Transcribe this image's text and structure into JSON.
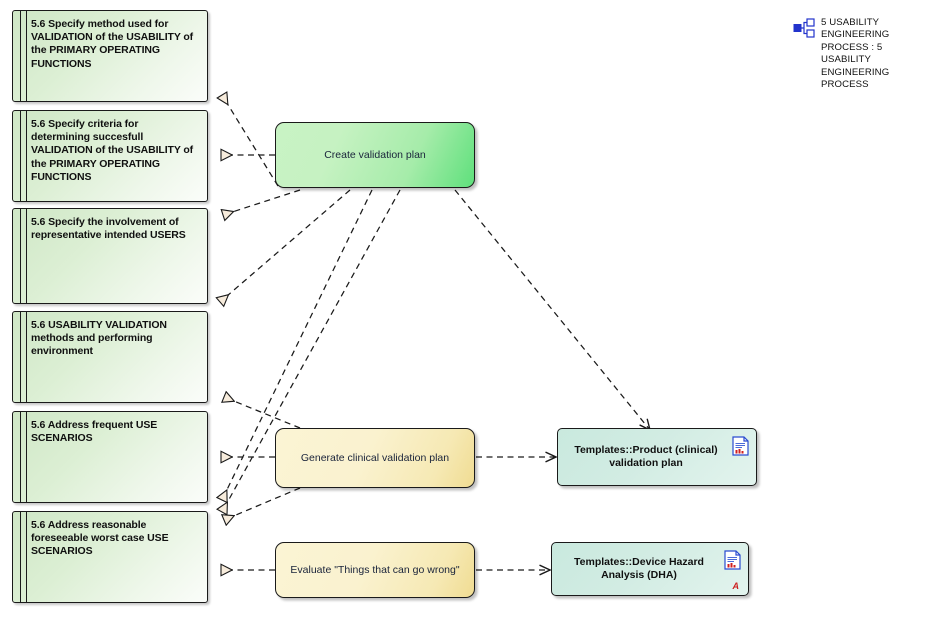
{
  "diagram": {
    "title": "5 Usability Engineering Process activity diagram",
    "colors": {
      "requirement_fill": "#dcefd4",
      "action_green": "#a6ecaa",
      "action_yellow": "#f6e9b4",
      "artifact_fill": "#d2ece3",
      "line": "#1a1a1a",
      "arrowhead_fill": "#f7ecdc",
      "legend_icon": "#2233cc",
      "red_marker": "#cc2020"
    }
  },
  "legend": {
    "icon": "diagram-tree-icon",
    "text": "5 USABILITY ENGINEERING PROCESS : 5 USABILITY ENGINEERING PROCESS"
  },
  "requirements": [
    {
      "id": "req-method",
      "label": "5.6 Specify method used for VALIDATION of the USABILITY of the PRIMARY OPERATING FUNCTIONS"
    },
    {
      "id": "req-criteria",
      "label": "5.6 Specify criteria for determining succesfull VALIDATION of the USABILITY of the PRIMARY OPERATING FUNCTIONS"
    },
    {
      "id": "req-involvement",
      "label": "5.6 Specify the involvement of representative intended USERS"
    },
    {
      "id": "req-methods-env",
      "label": "5.6 USABILITY VALIDATION methods and performing environment"
    },
    {
      "id": "req-frequent",
      "label": "5.6 Address frequent USE SCENARIOS"
    },
    {
      "id": "req-worstcase",
      "label": "5.6 Address reasonable foreseeable worst case USE SCENARIOS"
    }
  ],
  "actions": [
    {
      "id": "act-create-plan",
      "label": "Create validation plan"
    },
    {
      "id": "act-generate-plan",
      "label": "Generate clinical validation plan"
    },
    {
      "id": "act-evaluate",
      "label": "Evaluate \"Things that can go wrong\""
    }
  ],
  "artifacts": [
    {
      "id": "art-product-plan",
      "label": "Templates::Product (clinical) validation plan",
      "icon": "document-icon",
      "marker": ""
    },
    {
      "id": "art-dha",
      "label": "Templates::Device Hazard Analysis (DHA)",
      "icon": "document-icon",
      "marker": "A"
    }
  ]
}
